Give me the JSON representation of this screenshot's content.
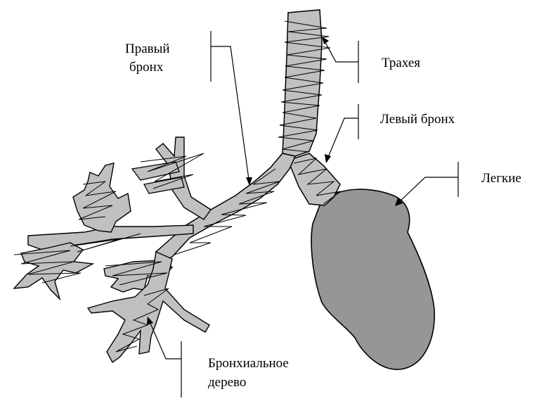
{
  "labels": {
    "right_bronchus_line1": "Правый",
    "right_bronchus_line2": "бронх",
    "trachea": "Трахея",
    "left_bronchus": "Левый бронх",
    "lungs": "Легкие",
    "bronchial_tree_line1": "Бронхиальное",
    "bronchial_tree_line2": "дерево"
  },
  "colors": {
    "airway_fill": "#c0c0c0",
    "lung_fill": "#969696",
    "stroke": "#000000"
  }
}
